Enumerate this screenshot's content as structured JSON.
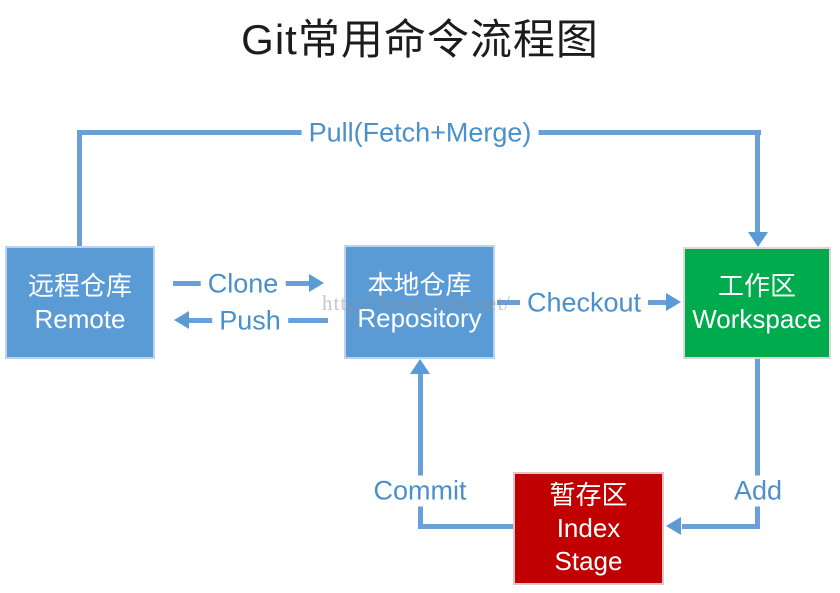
{
  "title": "Git常用命令流程图",
  "watermark": "http://blog.csdn.net/",
  "colors": {
    "box_blue": "#5B9BD5",
    "box_green": "#00AB4E",
    "box_red": "#C00000",
    "line_blue": "#6B9FD7",
    "arrow_blue": "#5B9BD5",
    "label_blue": "#4A90CC",
    "title_black": "#1C1C1C"
  },
  "nodes": {
    "remote": {
      "title_zh": "远程仓库",
      "title_en": "Remote"
    },
    "repository": {
      "title_zh": "本地仓库",
      "title_en": "Repository"
    },
    "workspace": {
      "title_zh": "工作区",
      "title_en": "Workspace"
    },
    "index": {
      "title_zh": "暂存区",
      "title_en": "Index",
      "title_en2": "Stage"
    }
  },
  "edges": {
    "pull": {
      "label": "Pull(Fetch+Merge)",
      "from": "remote",
      "to": "workspace"
    },
    "clone": {
      "label": "Clone",
      "from": "remote",
      "to": "repository"
    },
    "push": {
      "label": "Push",
      "from": "repository",
      "to": "remote"
    },
    "checkout": {
      "label": "Checkout",
      "from": "repository",
      "to": "workspace"
    },
    "commit": {
      "label": "Commit",
      "from": "index",
      "to": "repository"
    },
    "add": {
      "label": "Add",
      "from": "workspace",
      "to": "index"
    }
  }
}
